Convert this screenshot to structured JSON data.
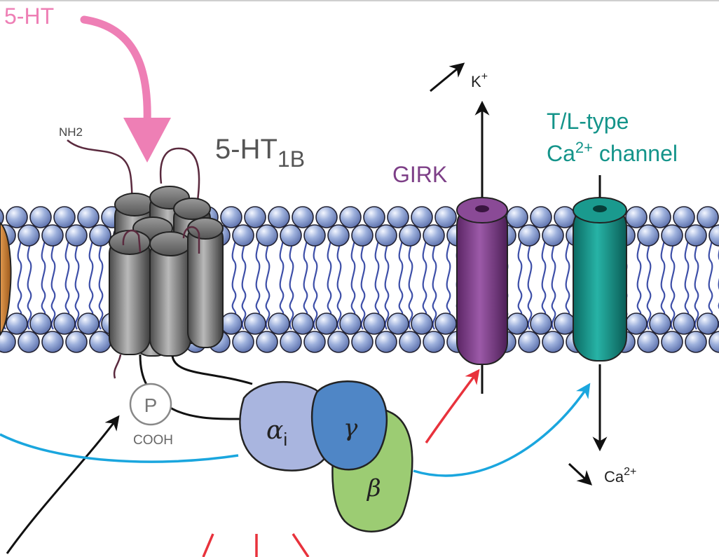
{
  "labels": {
    "ligand": "5-HT",
    "receptor_main": "5-HT",
    "receptor_sub": "1B",
    "nterm": "NH2",
    "cterm": "COOH",
    "phospho": "P",
    "girk": "GIRK",
    "k_ion": "K",
    "k_charge": "+",
    "ca_channel_line1": "T/L-type",
    "ca_channel_line2_pre": "Ca",
    "ca_channel_line2_sup": "2+",
    "ca_channel_line2_post": " channel",
    "ca_ion": "Ca",
    "ca_charge": "2+",
    "alpha": "α",
    "alpha_sub": "i",
    "beta": "β",
    "gamma": "γ"
  },
  "colors": {
    "ligand_pink": "#ee7fb5",
    "girk_purple": "#7d3f87",
    "ca_teal": "#14948a",
    "lipid_head": "#8fa6d6",
    "lipid_tail": "#3d4fa8",
    "receptor_gray": "#8a8a8a",
    "alpha_lavender": "#a9b5df",
    "gamma_blue": "#4f86c6",
    "beta_green": "#9ccc73",
    "signal_red": "#e8323c",
    "signal_cyan": "#1aa6de",
    "left_orange": "#c77a2d"
  }
}
